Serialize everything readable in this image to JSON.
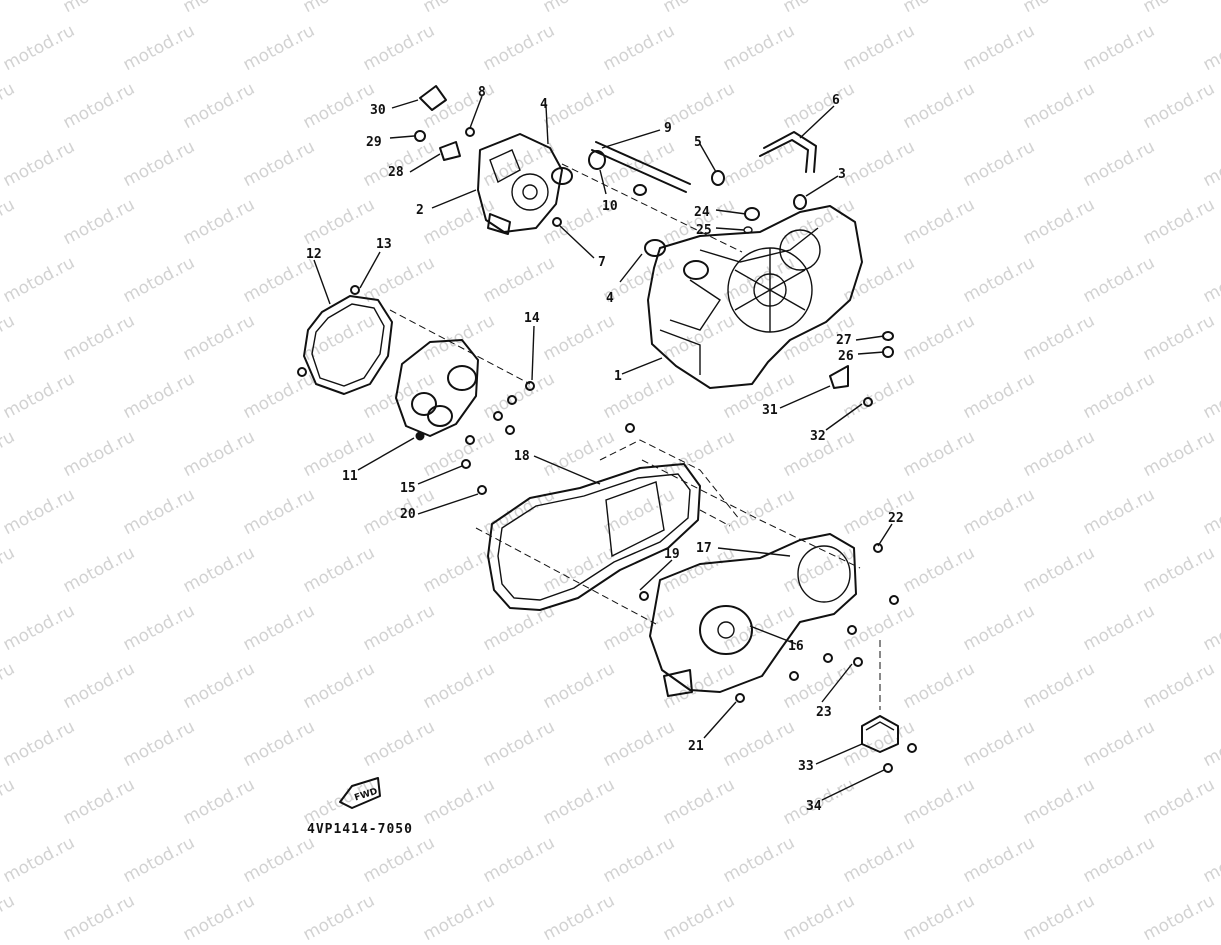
{
  "watermark": "motod.ru",
  "diagram_code": "4VP1414-7050",
  "front_arrow_text": "FWD",
  "callouts": [
    "1",
    "2",
    "3",
    "4",
    "5",
    "6",
    "7",
    "8",
    "9",
    "10",
    "11",
    "12",
    "13",
    "14",
    "15",
    "16",
    "17",
    "18",
    "19",
    "20",
    "21",
    "22",
    "23",
    "24",
    "25",
    "26",
    "27",
    "28",
    "29",
    "30",
    "31",
    "32",
    "33",
    "34"
  ]
}
